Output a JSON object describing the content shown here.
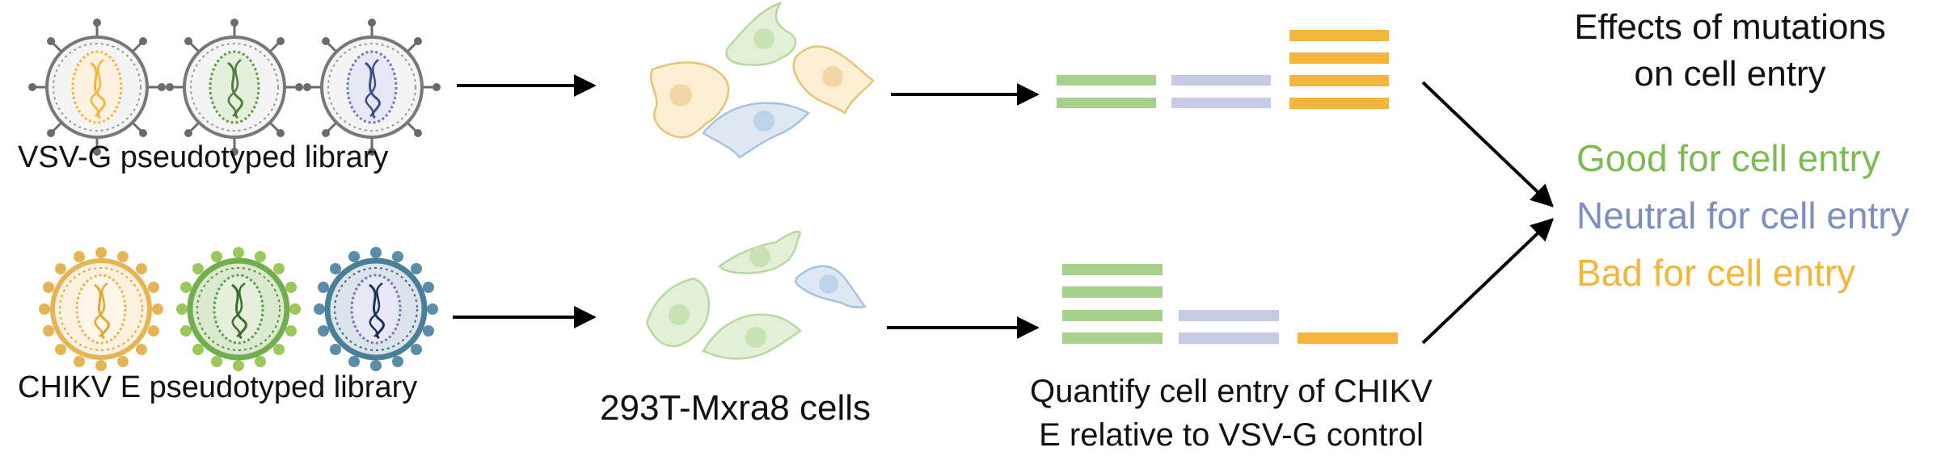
{
  "labels": {
    "vsv_library": "VSV-G pseudotyped library",
    "chikv_library": "CHIKV E pseudotyped library",
    "cells": "293T-Mxra8 cells",
    "quantify_line1": "Quantify cell entry of CHIKV",
    "quantify_line2": "E relative to VSV-G control",
    "effects_line1": "Effects of mutations",
    "effects_line2": "on cell entry"
  },
  "legend": [
    {
      "label": "Good for cell entry",
      "color": "#7dbb52"
    },
    {
      "label": "Neutral for cell entry",
      "color": "#7f8ec0"
    },
    {
      "label": "Bad for cell entry",
      "color": "#f3b53a"
    }
  ],
  "colors": {
    "good_bar": "#a8d08d",
    "neutral_bar": "#c5cae5",
    "bad_bar": "#f3b53a",
    "arrow": "#000000",
    "vsv_capsid": "#777777",
    "chikv_gold": "#e5b555",
    "chikv_green": "#72ad4e",
    "chikv_blue": "#4a7f99"
  },
  "icons": {
    "virus": "virion-icon",
    "cell": "cell-icon"
  }
}
